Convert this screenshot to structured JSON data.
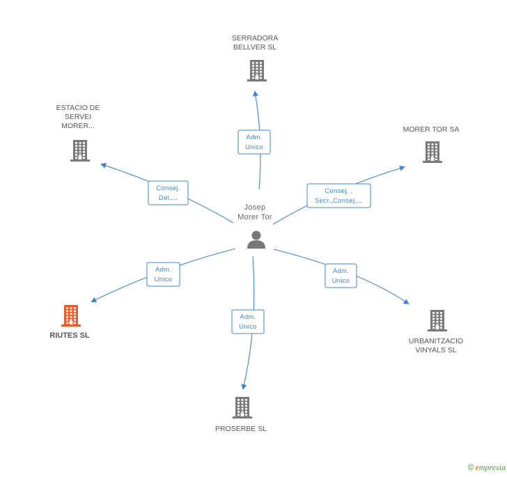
{
  "colors": {
    "edge": "#3d84d6",
    "building": "#7a7a7a",
    "building_highlight": "#f05a28",
    "person": "#777777"
  },
  "person": {
    "icon": "person-icon",
    "lines": [
      "Josep",
      "Morer Tor"
    ]
  },
  "companies": [
    {
      "id": "serradora",
      "lines": [
        "SERRADORA",
        "BELLVER SL"
      ],
      "icon": "building-icon",
      "highlight": false
    },
    {
      "id": "estacio",
      "lines": [
        "ESTACIO DE",
        "SERVEI",
        "MORER..."
      ],
      "icon": "building-icon",
      "highlight": false
    },
    {
      "id": "morer-tor",
      "lines": [
        "MORER TOR SA"
      ],
      "icon": "building-icon",
      "highlight": false
    },
    {
      "id": "riutes",
      "lines": [
        "RIUTES SL"
      ],
      "icon": "building-icon",
      "highlight": true
    },
    {
      "id": "urbanitzacio",
      "lines": [
        "URBANITZACIO",
        "VINYALS SL"
      ],
      "icon": "building-icon",
      "highlight": false
    },
    {
      "id": "proserbe",
      "lines": [
        "PROSERBE SL"
      ],
      "icon": "building-icon",
      "highlight": false
    }
  ],
  "relations": [
    {
      "to": "serradora",
      "lines": [
        "Adm.",
        "Unico"
      ]
    },
    {
      "to": "estacio",
      "lines": [
        "Consej.",
        "Del...."
      ]
    },
    {
      "to": "morer-tor",
      "lines": [
        "Consej. ,",
        "Secr.,Consej...."
      ]
    },
    {
      "to": "riutes",
      "lines": [
        "Adm.",
        "Unico"
      ]
    },
    {
      "to": "urbanitzacio",
      "lines": [
        "Adm.",
        "Unico"
      ]
    },
    {
      "to": "proserbe",
      "lines": [
        "Adm.",
        "Unico"
      ]
    }
  ],
  "footer": {
    "copyright": "©",
    "brand_initial": "e",
    "brand_rest": "mpresia"
  }
}
